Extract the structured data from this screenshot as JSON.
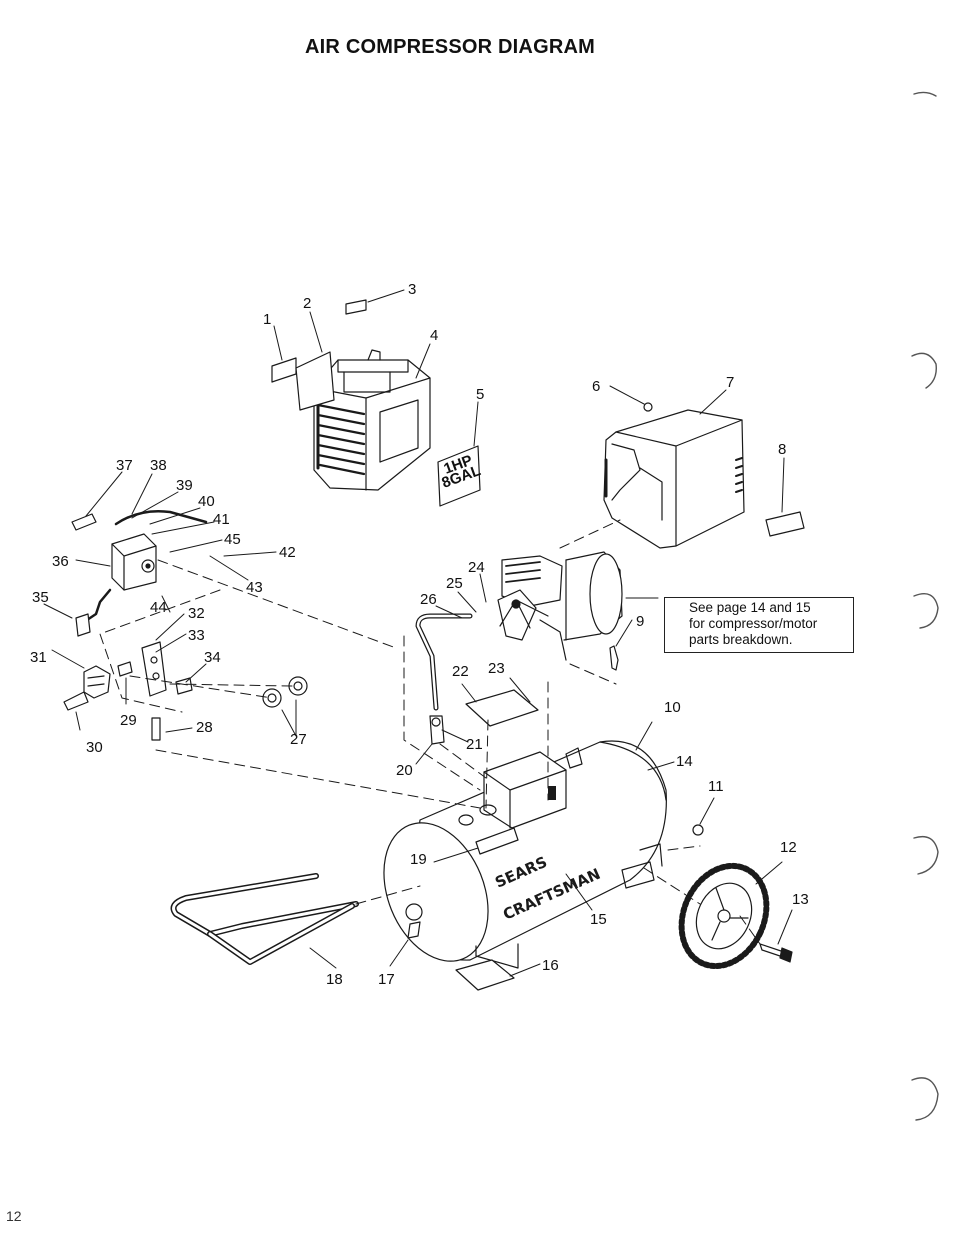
{
  "title": "AIR COMPRESSOR DIAGRAM",
  "page_number": "12",
  "note_lines": [
    "See page 14 and 15",
    "for compressor/motor",
    "parts breakdown."
  ],
  "label_5_lines": [
    "1HP",
    "8GAL"
  ],
  "brand_sears": "SEARS",
  "brand_craftsman": "CRAFTSMAN",
  "callouts": [
    "1",
    "2",
    "3",
    "4",
    "5",
    "6",
    "7",
    "8",
    "9",
    "10",
    "11",
    "12",
    "13",
    "14",
    "15",
    "16",
    "17",
    "18",
    "19",
    "20",
    "21",
    "22",
    "23",
    "24",
    "25",
    "26",
    "27",
    "28",
    "29",
    "30",
    "31",
    "32",
    "33",
    "34",
    "35",
    "36",
    "37",
    "38",
    "39",
    "40",
    "41",
    "42",
    "43",
    "44",
    "45"
  ]
}
